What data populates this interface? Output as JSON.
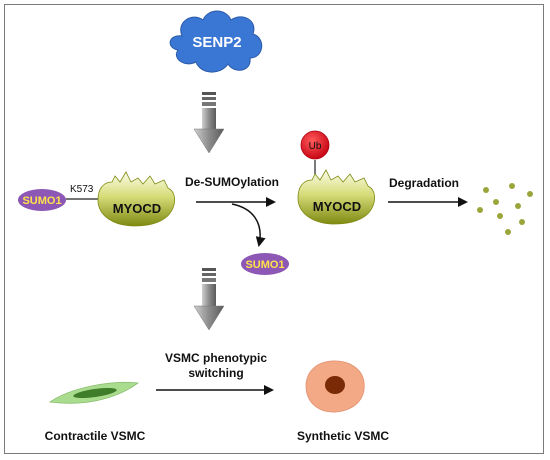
{
  "labels": {
    "senp2": "SENP2",
    "sumo1_left": "SUMO1",
    "k573": "K573",
    "myocd_left": "MYOCD",
    "desumoylation": "De-SUMOylation",
    "ub": "Ub",
    "myocd_right": "MYOCD",
    "degradation": "Degradation",
    "sumo1_released": "SUMO1",
    "switching_line1": "VSMC phenotypic",
    "switching_line2": "switching",
    "contractile": "Contractile VSMC",
    "synthetic": "Synthetic VSMC"
  },
  "colors": {
    "senp2_fill": "#3a76d4",
    "sumo_fill": "#8d58b5",
    "sumo_text": "#ffe24a",
    "myocd_light": "#f4f6d0",
    "myocd_dark": "#8f9a1c",
    "ub_fill": "#e60012",
    "fragment": "#9aa63b",
    "contractile_cell": "#a9dc8f",
    "contractile_nucleus": "#3f7d2a",
    "synthetic_cell": "#f3a985",
    "synthetic_nucleus": "#7a2a05"
  }
}
